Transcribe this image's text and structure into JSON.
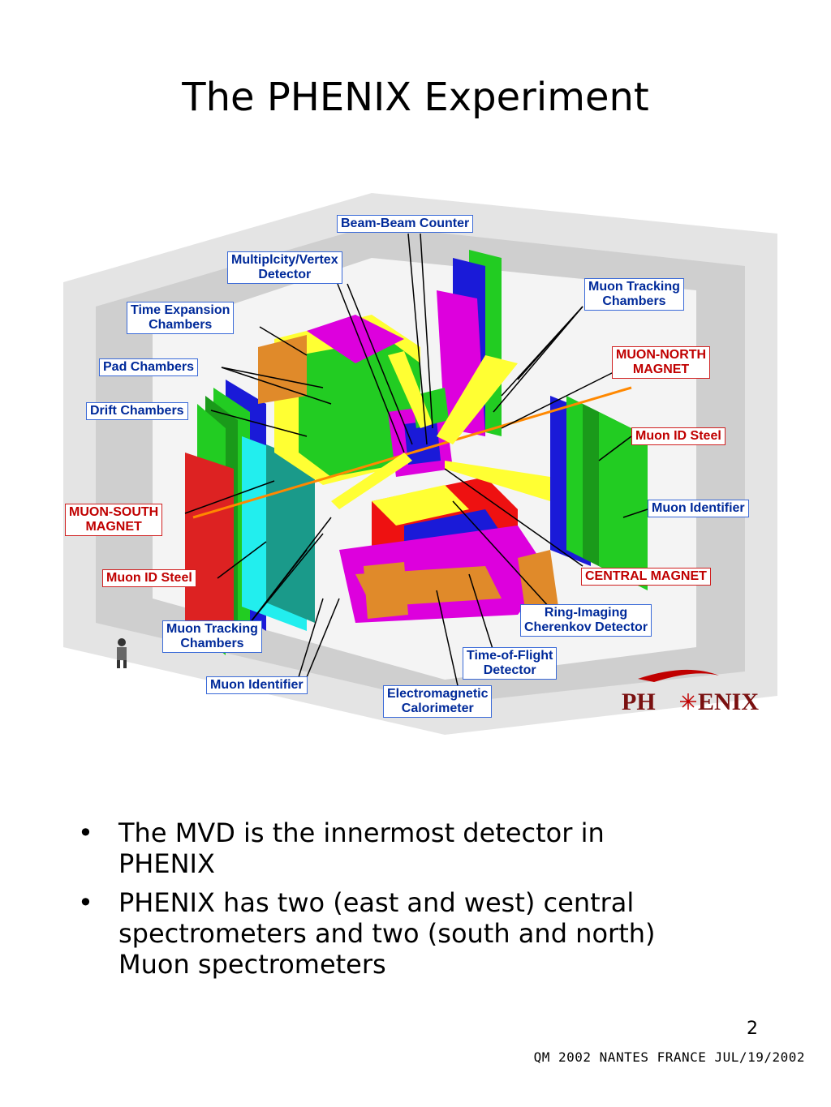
{
  "slide": {
    "title": "The PHENIX Experiment",
    "page_number": "2",
    "footer": "QM 2002 NANTES FRANCE JUL/19/2002"
  },
  "diagram": {
    "labels": {
      "beam_beam_counter": "Beam-Beam Counter",
      "multiplicity_vertex_line1": "Multiplcity/Vertex",
      "multiplicity_vertex_line2": "Detector",
      "time_expansion_line1": "Time Expansion",
      "time_expansion_line2": "Chambers",
      "pad_chambers": "Pad Chambers",
      "drift_chambers": "Drift Chambers",
      "muon_south_line1": "MUON-SOUTH",
      "muon_south_line2": "MAGNET",
      "muon_id_steel_left": "Muon ID Steel",
      "muon_tracking_left_line1": "Muon Tracking",
      "muon_tracking_left_line2": "Chambers",
      "muon_identifier_left": "Muon Identifier",
      "em_cal_line1": "Electromagnetic",
      "em_cal_line2": "Calorimeter",
      "tof_line1": "Time-of-Flight",
      "tof_line2": "Detector",
      "rich_line1": "Ring-Imaging",
      "rich_line2": "Cherenkov Detector",
      "central_magnet": "CENTRAL MAGNET",
      "muon_identifier_right": "Muon Identifier",
      "muon_id_steel_right": "Muon ID Steel",
      "muon_north_line1": "MUON-NORTH",
      "muon_north_line2": "MAGNET",
      "muon_tracking_right_line1": "Muon Tracking",
      "muon_tracking_right_line2": "Chambers"
    },
    "logo_text_left": "PH",
    "logo_text_right": "ENIX",
    "colors": {
      "label_blue_text": "#002a9a",
      "label_blue_border": "#3a6ad8",
      "label_red": "#c00000",
      "green": "#22cc22",
      "yellow": "#ffff33",
      "magenta": "#dd00dd",
      "red": "#ee1111",
      "cyan": "#22eeee",
      "blue": "#1a1ad8",
      "orange": "#e08a2a"
    }
  },
  "bullets": [
    {
      "line1": "The MVD is the innermost detector in",
      "line2": "PHENIX"
    },
    {
      "line1": "PHENIX has two (east and west) central",
      "line2": "spectrometers and two (south and north)",
      "line3": "Muon spectrometers"
    }
  ]
}
